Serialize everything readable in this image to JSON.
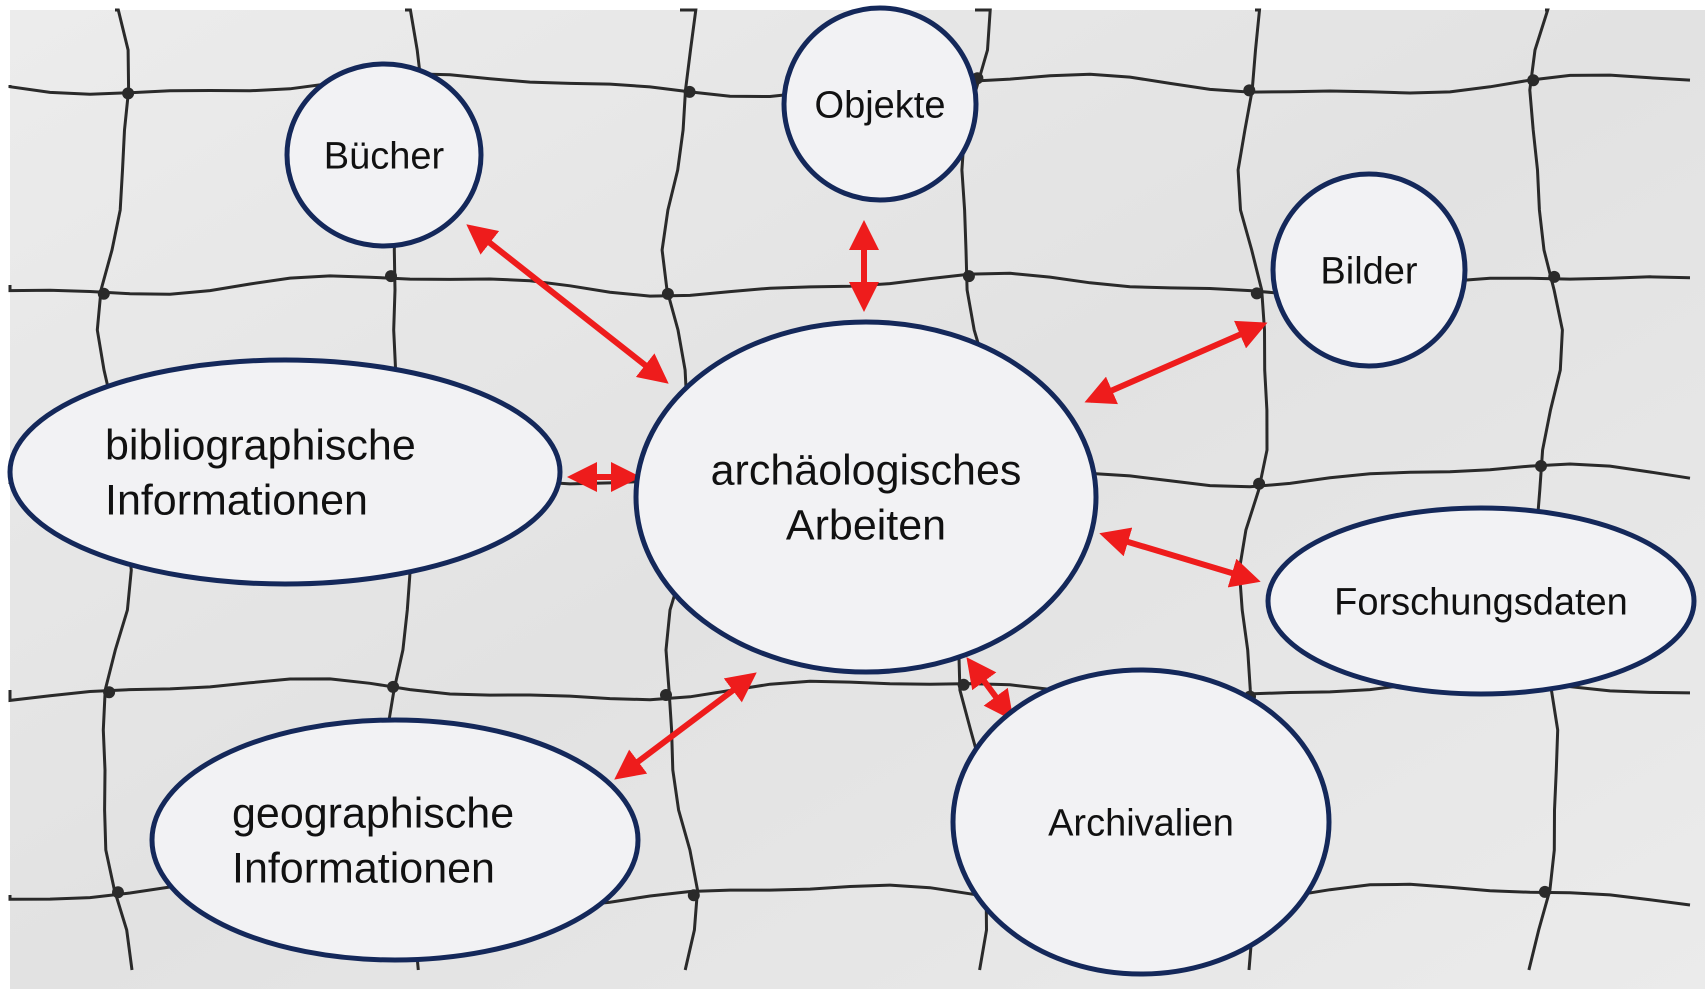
{
  "diagram": {
    "colors": {
      "node_fill": "#f2f2f4",
      "node_stroke": "#14285a",
      "arrow": "#ee1c1c",
      "net_line": "#2a2a2a",
      "background": "#e6e6e6"
    },
    "center": {
      "id": "center",
      "label_lines": [
        "archäologisches",
        "Arbeiten"
      ]
    },
    "nodes": [
      {
        "id": "buecher",
        "label_lines": [
          "Bücher"
        ]
      },
      {
        "id": "objekte",
        "label_lines": [
          "Objekte"
        ]
      },
      {
        "id": "bilder",
        "label_lines": [
          "Bilder"
        ]
      },
      {
        "id": "biblio",
        "label_lines": [
          "bibliographische",
          "Informationen"
        ]
      },
      {
        "id": "forschung",
        "label_lines": [
          "Forschungsdaten"
        ]
      },
      {
        "id": "geo",
        "label_lines": [
          "geographische",
          "Informationen"
        ]
      },
      {
        "id": "archiv",
        "label_lines": [
          "Archivalien"
        ]
      }
    ],
    "edges": [
      {
        "from": "center",
        "to": "buecher",
        "type": "bidirectional"
      },
      {
        "from": "center",
        "to": "objekte",
        "type": "bidirectional"
      },
      {
        "from": "center",
        "to": "bilder",
        "type": "bidirectional"
      },
      {
        "from": "center",
        "to": "biblio",
        "type": "bidirectional"
      },
      {
        "from": "center",
        "to": "forschung",
        "type": "bidirectional"
      },
      {
        "from": "center",
        "to": "geo",
        "type": "bidirectional"
      },
      {
        "from": "center",
        "to": "archiv",
        "type": "bidirectional"
      }
    ]
  }
}
